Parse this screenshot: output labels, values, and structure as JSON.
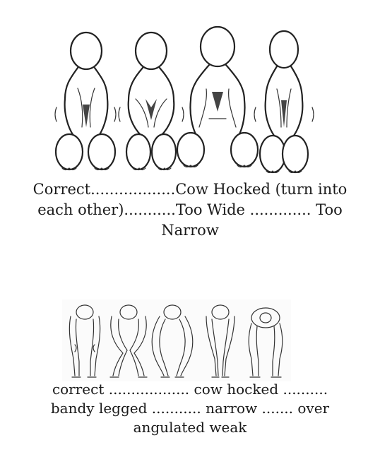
{
  "top_caption": {
    "line1": "Correct..................Cow Hocked (turn into",
    "line2": "each other)...........Too Wide ............. Too",
    "line3": "Narrow"
  },
  "bottom_caption": {
    "line1": "correct .................. cow hocked ..........",
    "line2": "bandy legged ........... narrow ....... over",
    "line3": "angulated weak"
  }
}
